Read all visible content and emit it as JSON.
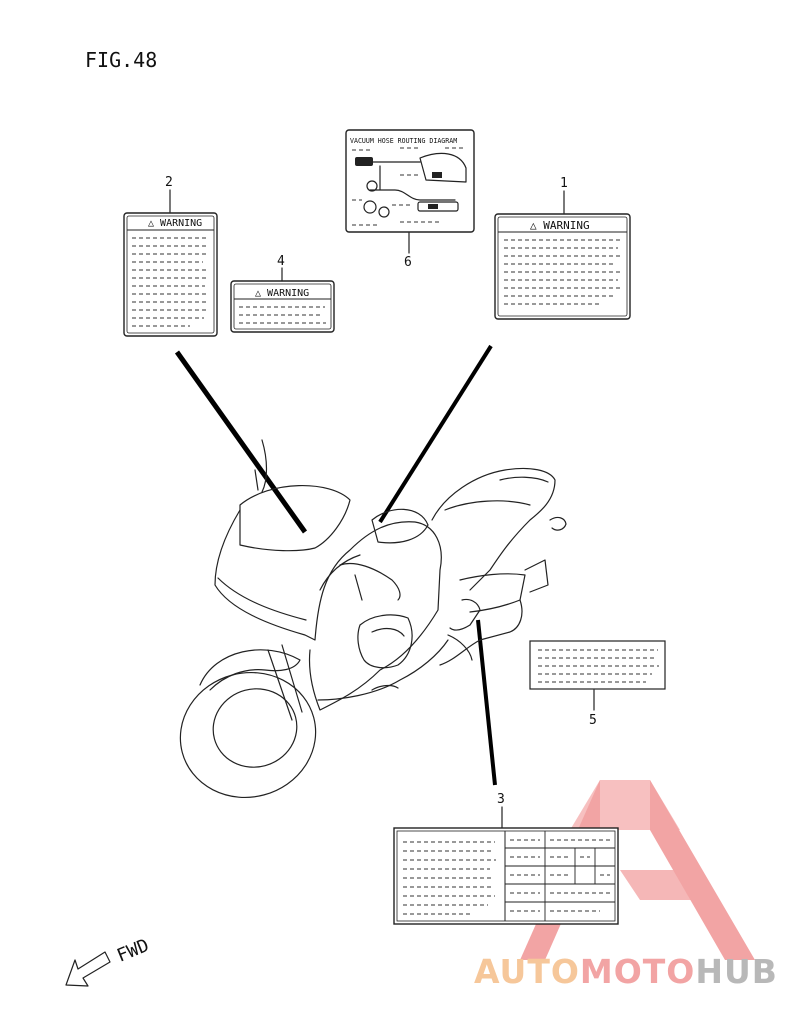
{
  "figure": {
    "title": "FIG.48"
  },
  "labels": {
    "warning_text": "WARNING",
    "vacuum_title": "VACUUM HOSE ROUTING DIAGRAM",
    "fwd": "FWD",
    "callouts": [
      "1",
      "2",
      "3",
      "4",
      "5",
      "6"
    ]
  },
  "watermark": {
    "part1": "AUTO",
    "part2": "MOTO",
    "part3": "HUB",
    "colors": {
      "auto": "#f6c79a",
      "moto": "#f2a4a4",
      "hub": "#b8b8b8",
      "logo": "#e85a5a"
    }
  }
}
